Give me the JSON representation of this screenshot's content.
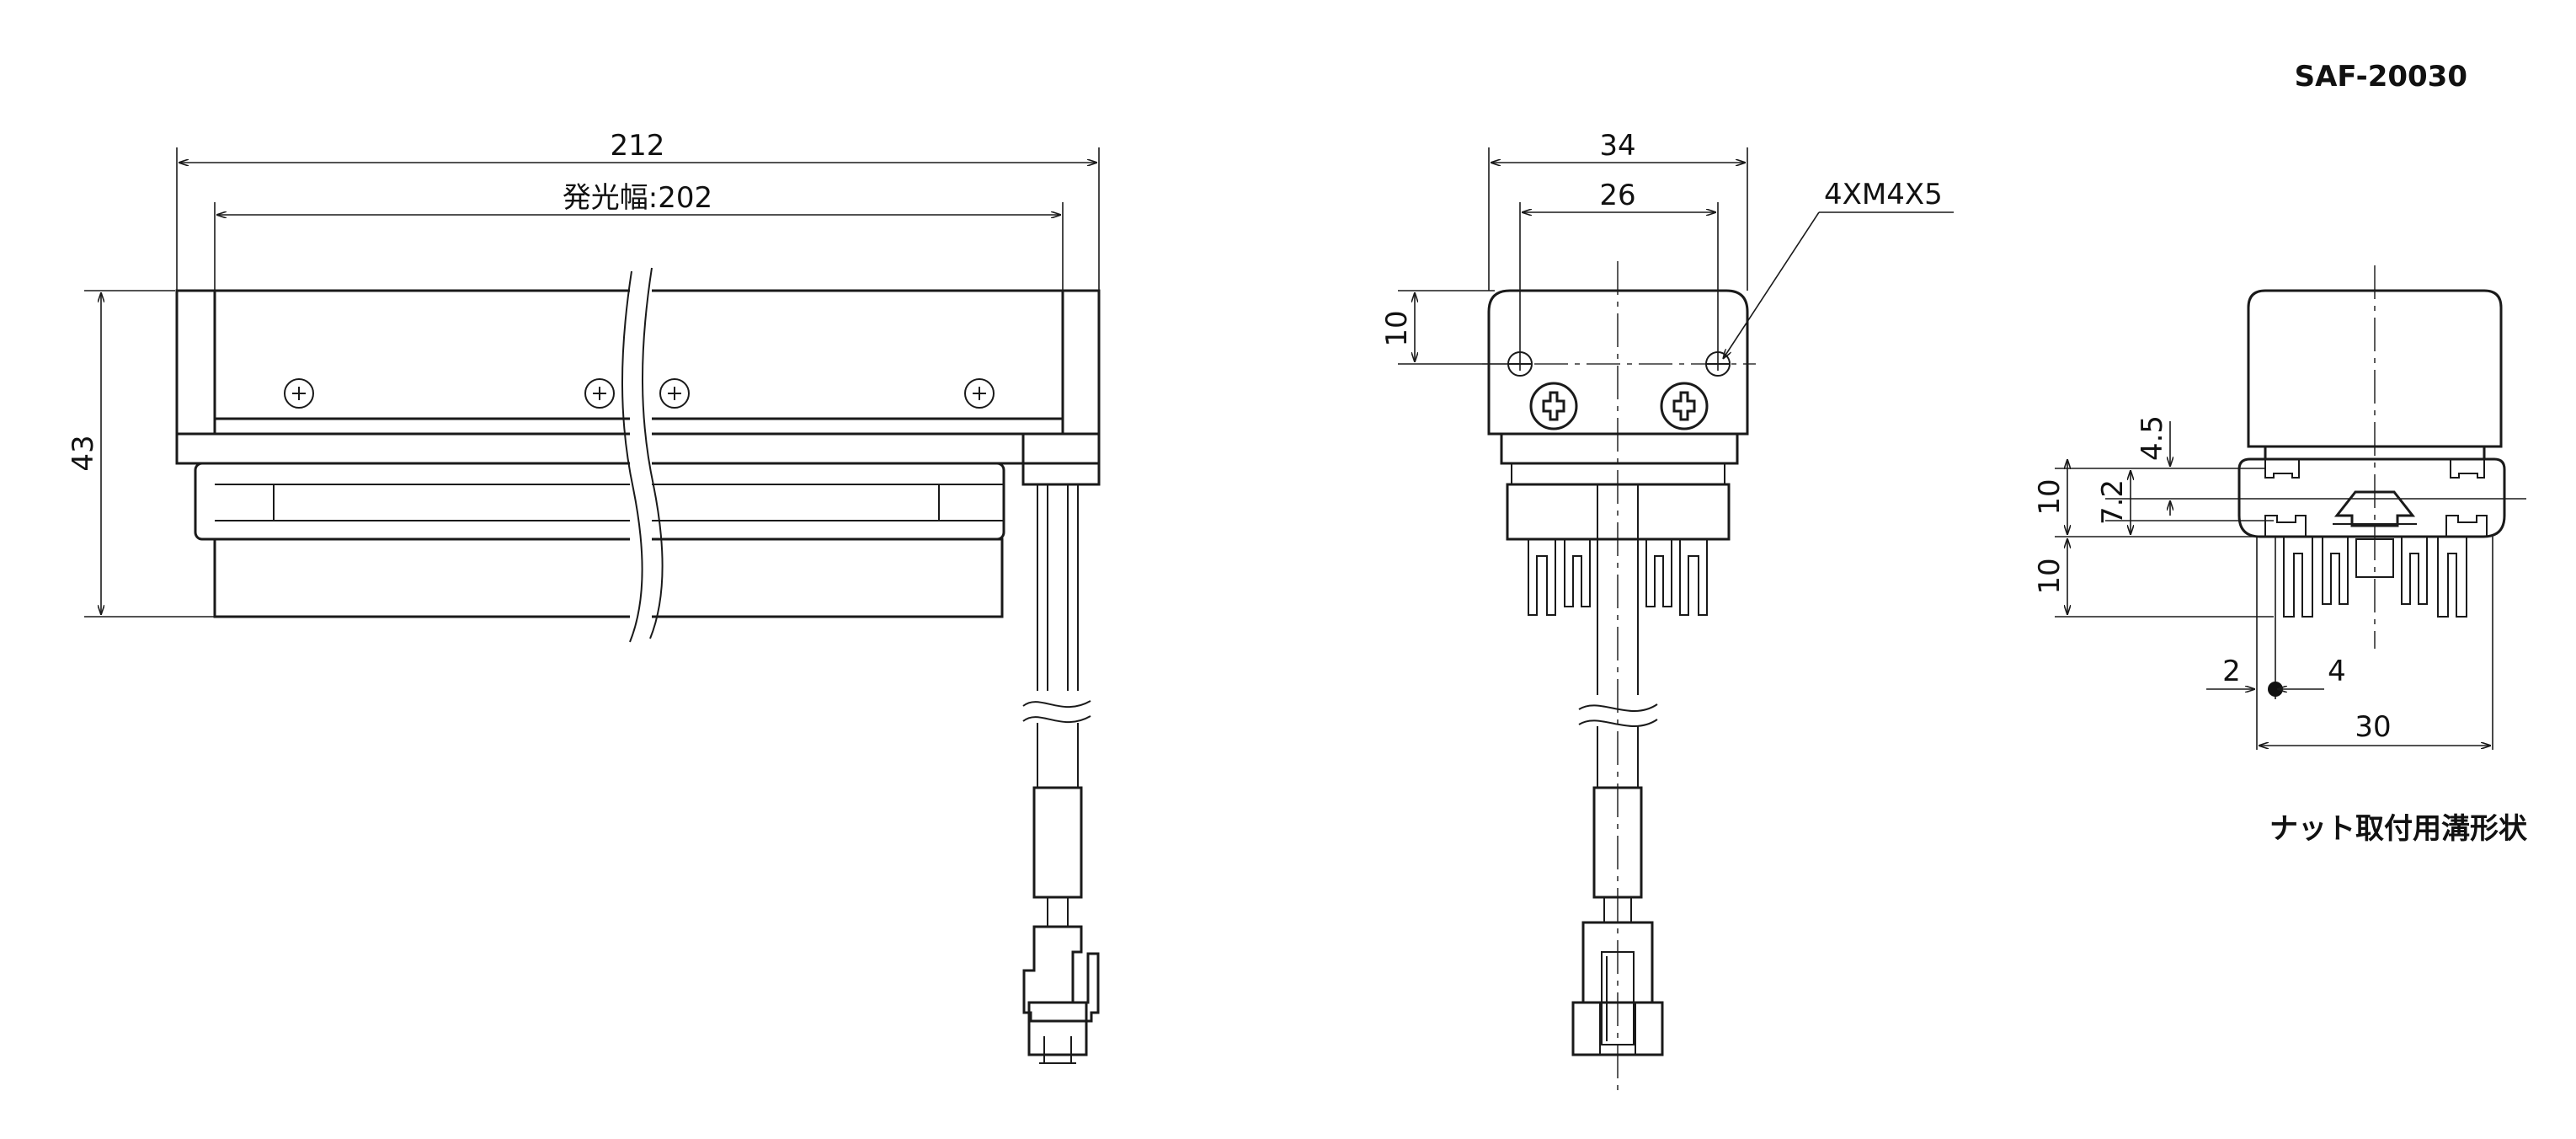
{
  "model": "SAF-20030",
  "front_view": {
    "overall_width": "212",
    "emission_width": "発光幅:202",
    "height": "43"
  },
  "side_view": {
    "overall_width": "34",
    "hole_pitch": "26",
    "hole_spec": "4XM4X5",
    "hole_offset": "10"
  },
  "slot_view": {
    "dim_slot_top": "4.5",
    "dim_slot_depth": "7.2",
    "dim_upper": "10",
    "dim_lower": "10",
    "dim_left": "2",
    "dim_right": "4",
    "dim_width": "30",
    "caption": "ナット取付用溝形状"
  }
}
